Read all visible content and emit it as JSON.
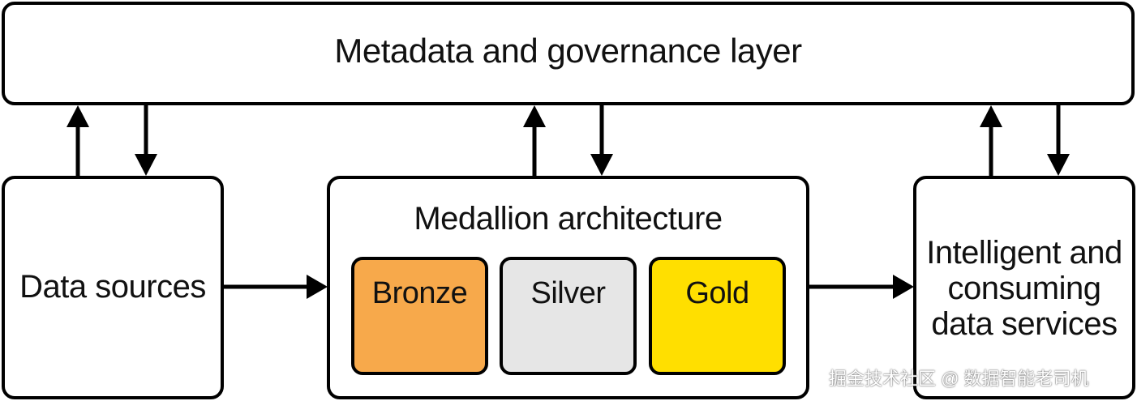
{
  "governance": {
    "title": "Metadata and governance layer"
  },
  "sources": {
    "title": "Data sources"
  },
  "medallion": {
    "title": "Medallion architecture",
    "tiers": [
      {
        "label": "Bronze",
        "color": "#F7A94B"
      },
      {
        "label": "Silver",
        "color": "#E6E6E6"
      },
      {
        "label": "Gold",
        "color": "#FFDF00"
      }
    ]
  },
  "services": {
    "title": "Intelligent and\nconsuming\ndata services"
  },
  "watermark": {
    "text": "掘金技术社区 @ 数据智能老司机"
  }
}
